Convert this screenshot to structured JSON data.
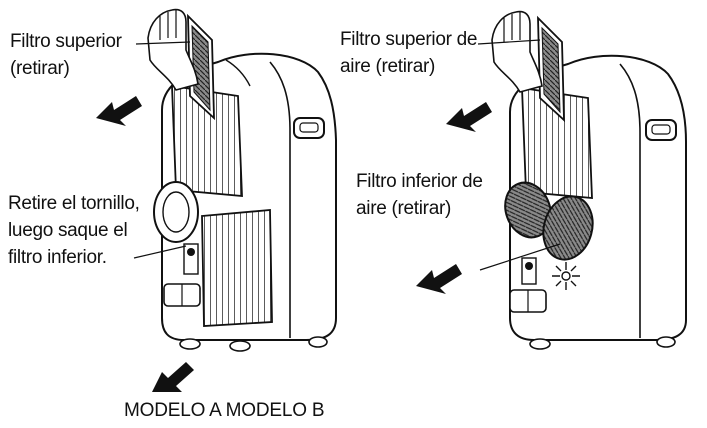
{
  "model_a": {
    "label_top": [
      "Filtro superior",
      "(retirar)"
    ],
    "label_screw": [
      "Retire el tornillo,",
      "luego saque el",
      "filtro inferior."
    ]
  },
  "model_b": {
    "label_top": [
      "Filtro superior de",
      "aire (retirar)"
    ],
    "label_bottom": [
      "Filtro inferior de",
      "aire (retirar)"
    ]
  },
  "caption": "MODELO A MODELO B"
}
